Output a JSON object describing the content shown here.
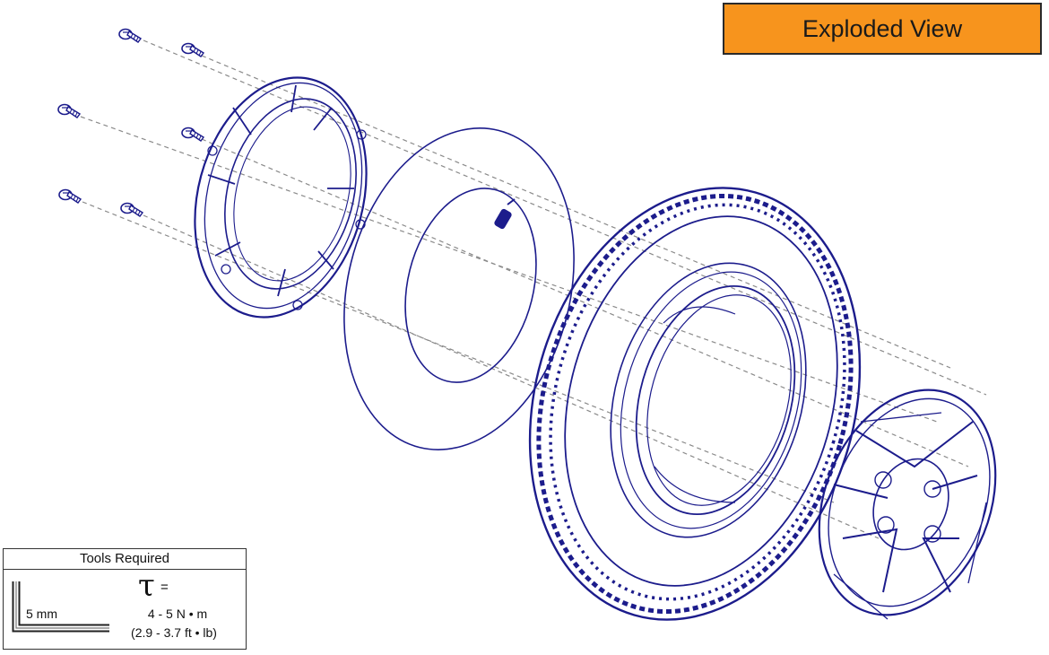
{
  "header": {
    "badge_label": "Exploded View"
  },
  "tools": {
    "title": "Tools Required",
    "hex_key_size": "5 mm",
    "torque_symbol": "τ",
    "torque_equals": "=",
    "torque_metric": "4 - 5 N • m",
    "torque_imperial": "(2.9 - 3.7 ft • lb)"
  },
  "colors": {
    "line": "#1c1c8c",
    "badge_fill": "#f7941d",
    "dash": "#8a8a8a",
    "text": "#111111"
  },
  "parts": [
    "screw",
    "rim-half",
    "inner-tube",
    "tire",
    "hub-cap"
  ]
}
